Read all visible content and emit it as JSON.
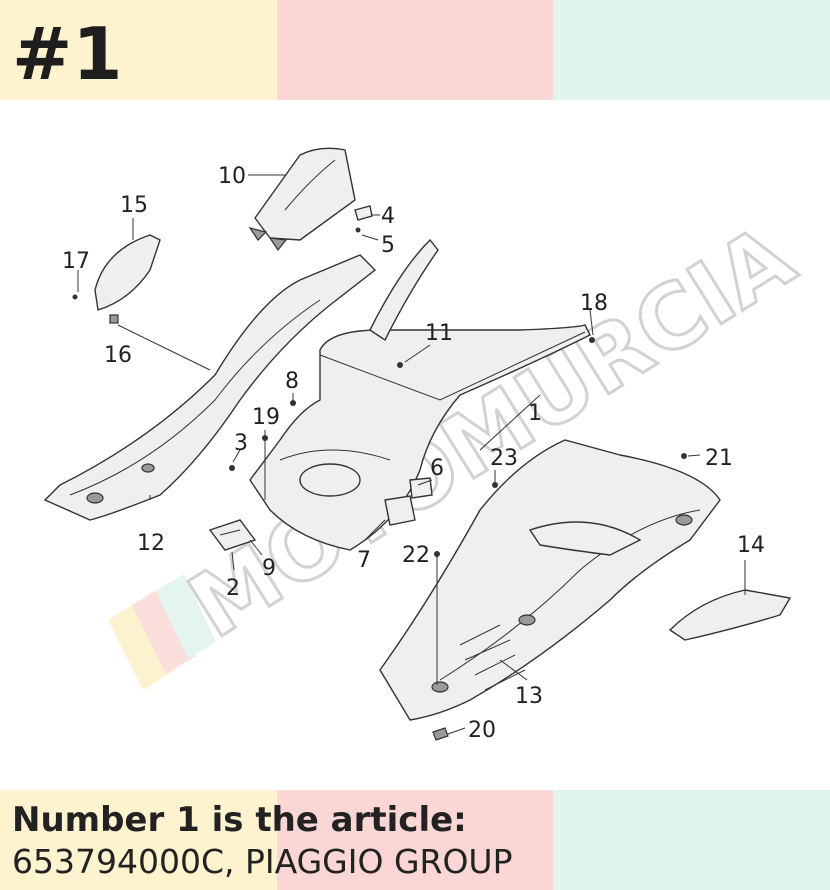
{
  "header": {
    "number": "#1"
  },
  "caption": {
    "line1": "Number 1 is the article:",
    "line2": "653794000C, PIAGGIO GROUP"
  },
  "watermark": {
    "text": "MOTOMURCIA"
  },
  "callouts": [
    "1",
    "2",
    "3",
    "4",
    "5",
    "6",
    "7",
    "8",
    "9",
    "10",
    "11",
    "12",
    "13",
    "14",
    "15",
    "16",
    "17",
    "18",
    "19",
    "20",
    "21",
    "22",
    "23"
  ],
  "colors": {
    "yellow": "#fdf3cf",
    "pink": "#fad6d4",
    "mint": "#e1f4ed"
  }
}
